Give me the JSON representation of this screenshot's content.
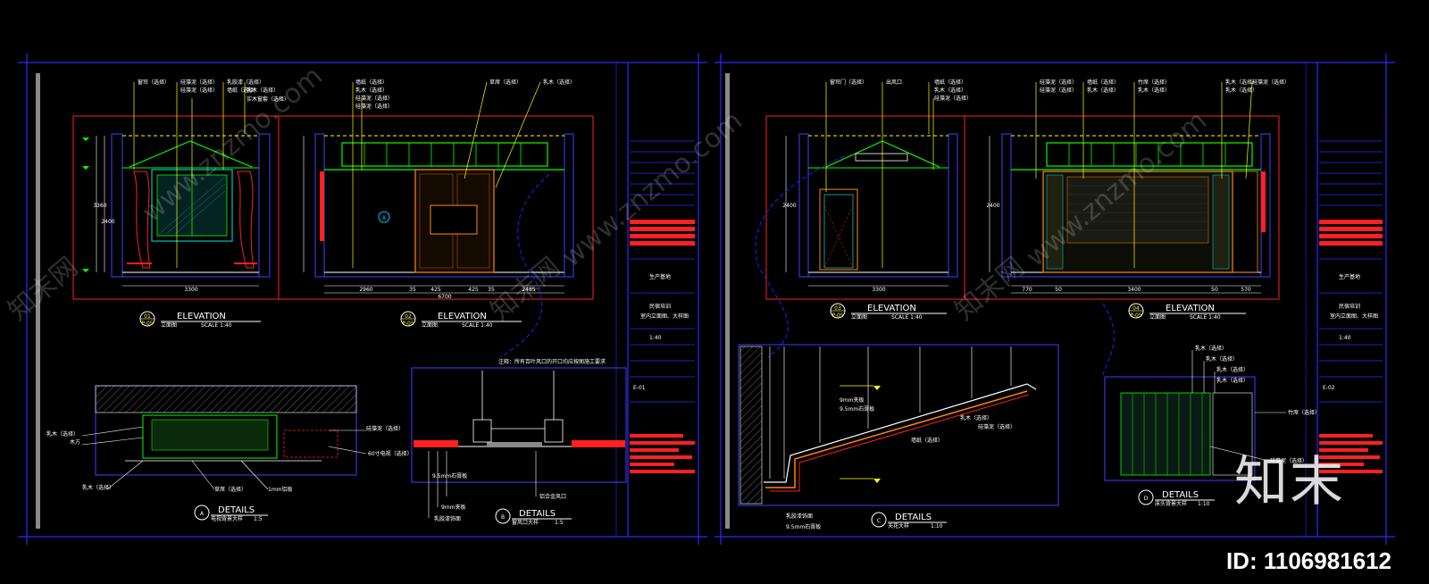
{
  "watermark": {
    "site_cn": "知末网",
    "site_url": "www.znzmo.com",
    "brand": "知末",
    "id_label": "ID: 1106981612"
  },
  "sheets": [
    {
      "views": {
        "elev1": {
          "num": "01",
          "ref": "P-05",
          "title": "ELEVATION",
          "sub": "立面图",
          "scale": "SCALE  1:40"
        },
        "elev2": {
          "num": "02",
          "ref": "P-05",
          "title": "ELEVATION",
          "sub": "立面图",
          "scale": "SCALE  1:40"
        },
        "detA": {
          "letter": "A",
          "title": "DETAILS",
          "sub": "电视背景大样",
          "scale": "1:5"
        },
        "detB": {
          "letter": "B",
          "title": "DETAILS",
          "sub": "窗风口大样",
          "scale": "1:5"
        }
      },
      "note": "注释：所有百叶风口的开口均应按图施工要求",
      "labels_e1": [
        "窗帘（选择）",
        "硅藻泥（选择）",
        "硅藻泥（选择）",
        "乳胶漆（选择）",
        "墙纸（选择）",
        "乳木（选择）",
        "实木窗套（选择）"
      ],
      "labels_e2": [
        "墙纸（选择）",
        "乳木（选择）",
        "硅藻泥（选择）",
        "硅藻泥（选择）",
        "草席（选择）",
        "乳木（选择）"
      ],
      "labels_dA": [
        "硅藻泥（选择）",
        "木方",
        "乳木（选择）",
        "草席（选择）",
        "1mm铝板",
        "乳木（选择）",
        "60寸电视（选择）"
      ],
      "labels_dB": [
        "9.5mm石膏板",
        "9mm夹板",
        "乳胶漆饰面",
        "铝合金风口"
      ],
      "dims_e1": [
        "3300",
        "3360",
        "2400"
      ],
      "dims_e2": [
        "2960",
        "35",
        "425",
        "425",
        "35",
        "2485",
        "6700"
      ],
      "titleblock": {
        "project": "生产基地",
        "client": "民宿培训",
        "drawing": "室内立面图、大样图",
        "scale": "1:40",
        "sheet": "E-01"
      }
    },
    {
      "views": {
        "elev3": {
          "num": "03",
          "ref": "P-05",
          "title": "ELEVATION",
          "sub": "立面图",
          "scale": "SCALE  1:40"
        },
        "elev4": {
          "num": "04",
          "ref": "P-05",
          "title": "ELEVATION",
          "sub": "立面图",
          "scale": "SCALE  1:40"
        },
        "detC": {
          "letter": "C",
          "title": "DETAILS",
          "sub": "天花大样",
          "scale": "1:10"
        },
        "detD": {
          "letter": "D",
          "title": "DETAILS",
          "sub": "床头背景大样",
          "scale": "1:10"
        }
      },
      "labels_e3": [
        "窗帘门（选择）",
        "出风口",
        "墙纸（选择）",
        "乳木（选择）",
        "硅藻泥（选择）"
      ],
      "labels_e4": [
        "硅藻泥（选择）",
        "硅藻泥（选择）",
        "墙纸（选择）",
        "乳木（选择）",
        "竹席（选择）",
        "乳木（选择）",
        "乳木（选择）",
        "乳木（选择）",
        "硅藻泥（选择）"
      ],
      "labels_dC": [
        "9mm夹板",
        "9.5mm石膏板",
        "乳木（选择）",
        "硅藻泥（选择）",
        "墙纸（选择）",
        "乳胶漆饰面",
        "9.5mm石膏板"
      ],
      "labels_dD": [
        "乳木（选择）",
        "乳木（选择）",
        "乳木（选择）",
        "乳木（选择）",
        "竹席（选择）",
        "硅藻泥（选择）"
      ],
      "dims_e3": [
        "3300",
        "2400",
        "2400"
      ],
      "dims_e4": [
        "770",
        "50",
        "3400",
        "50",
        "570"
      ],
      "titleblock": {
        "project": "生产基地",
        "client": "民宿培训",
        "drawing": "室内立面图、大样图",
        "scale": "1:40",
        "sheet": "E-02"
      }
    }
  ]
}
